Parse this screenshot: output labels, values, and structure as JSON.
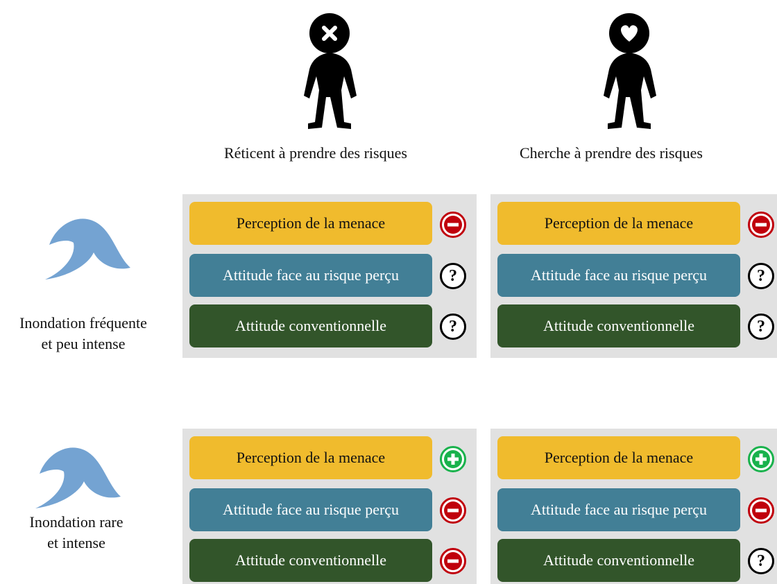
{
  "colors": {
    "menace": "#f0bb2d",
    "risque": "#427f96",
    "conventionnelle": "#32552a",
    "minus": "#c0000c",
    "plus": "#19b24c",
    "unknown": "#000000",
    "wave": "#74a3d2",
    "panel": "#e1e1e1"
  },
  "profiles": [
    {
      "label": "Réticent à prendre des risques",
      "head_icon": "cross-icon"
    },
    {
      "label": "Cherche à prendre des risques",
      "head_icon": "heart-icon"
    }
  ],
  "scenarios": [
    {
      "label_line1": "Inondation fréquente",
      "label_line2": "et peu intense"
    },
    {
      "label_line1": "Inondation rare",
      "label_line2": "et intense"
    }
  ],
  "factors": {
    "menace": "Perception de la menace",
    "risque": "Attitude face au risque perçu",
    "conventionnelle": "Attitude conventionnelle"
  },
  "effects": [
    [
      [
        "minus",
        "unknown",
        "unknown"
      ],
      [
        "minus",
        "unknown",
        "unknown"
      ]
    ],
    [
      [
        "plus",
        "minus",
        "minus"
      ],
      [
        "plus",
        "minus",
        "unknown"
      ]
    ]
  ]
}
